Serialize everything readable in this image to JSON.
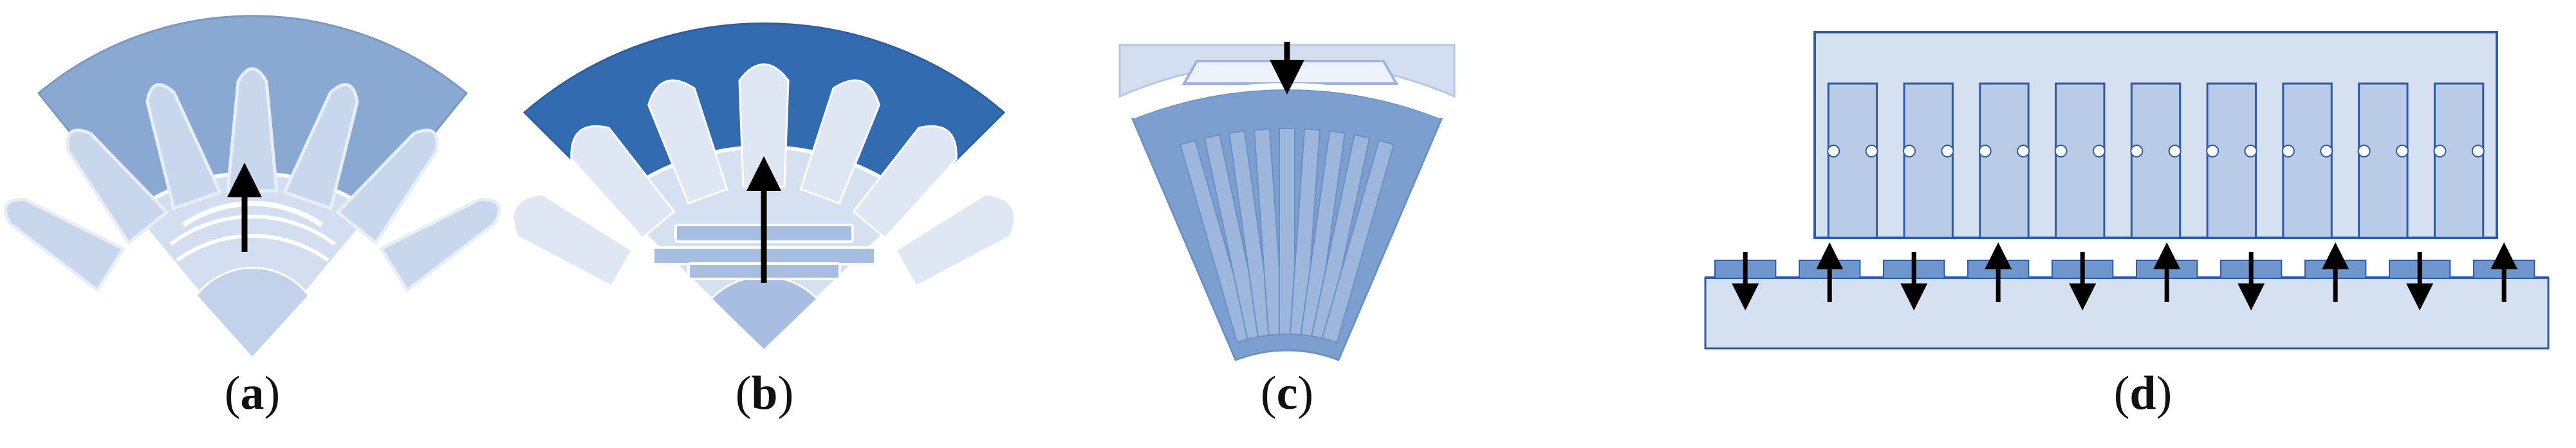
{
  "panels": [
    {
      "id": "a",
      "letter": "a"
    },
    {
      "id": "b",
      "letter": "b"
    },
    {
      "id": "c",
      "letter": "c"
    },
    {
      "id": "d",
      "letter": "d"
    }
  ],
  "colors": {
    "panel_a_stator": "#8aa9d2",
    "panel_a_rotor": "#d3def0",
    "panel_a_tooth": "#7e9dca",
    "panel_b_stator": "#336bb1",
    "panel_b_rotor": "#d5e0f1",
    "panel_b_magnet": "#a7bde1",
    "panel_c_stator": "#d3def0",
    "panel_c_rotor": "#7d9fcf",
    "panel_d_body": "#d5e0f1",
    "panel_d_outline": "#2f5aa6",
    "panel_d_magnet": "#6f96cc",
    "panel_d_coil": "#b9cbe7",
    "slot_light": "#e4ebf7",
    "arrow": "#000000"
  },
  "icons": [
    "arrow-up-icon",
    "arrow-down-icon",
    "dot-current-icon",
    "cross-current-icon"
  ]
}
